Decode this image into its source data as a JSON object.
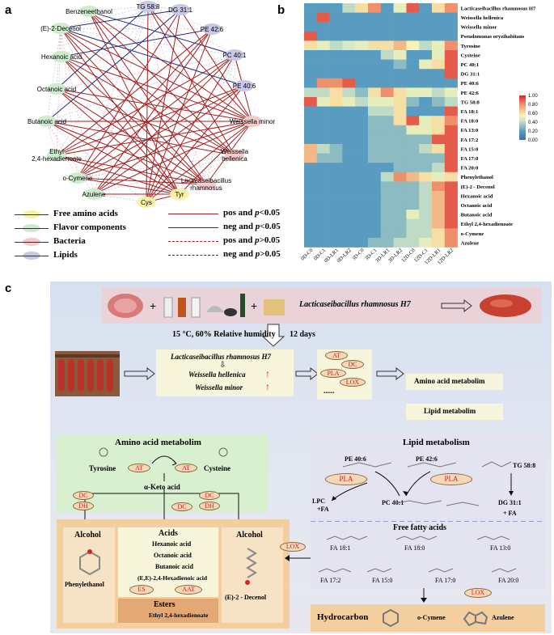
{
  "panel_a": {
    "label": "a",
    "nodes": [
      {
        "text": "TG 58:8",
        "color": "#c7c7e6"
      },
      {
        "text": "DG 31:1",
        "color": "#c7c7e6"
      },
      {
        "text": "Benzeneethanol",
        "color": "#cdeccd"
      },
      {
        "text": "(E)-2-Decenol",
        "color": "#cdeccd"
      },
      {
        "text": "PE 42:6",
        "color": "#c7c7e6"
      },
      {
        "text": "Hexanoic acid",
        "color": "#cdeccd"
      },
      {
        "text": "PC 40:1",
        "color": "#c7c7e6"
      },
      {
        "text": "PE 40:6",
        "color": "#c7c7e6"
      },
      {
        "text": "Octanoic acid",
        "color": "#cdeccd"
      },
      {
        "text": "Butanoic acid",
        "color": "#cdeccd"
      },
      {
        "text": "Weissella minor",
        "color": "#f5caca"
      },
      {
        "text": "Ethyl\n2,4-hexadienoate",
        "color": "#cdeccd"
      },
      {
        "text": "Weissella\nhellenica",
        "color": "#f5caca"
      },
      {
        "text": "o-Cymene",
        "color": "#cdeccd"
      },
      {
        "text": "Lacticaseibacillus\nrhamnosus",
        "color": "#f5caca"
      },
      {
        "text": "Azulene",
        "color": "#cdeccd"
      },
      {
        "text": "Cys",
        "color": "#f7f3a6"
      },
      {
        "text": "Tyr",
        "color": "#f7f3a6"
      }
    ],
    "legend_groups": [
      {
        "text": "Free amino acids",
        "color": "#f7f3a6"
      },
      {
        "text": "Flavor components",
        "color": "#cdeccd"
      },
      {
        "text": "Bacteria",
        "color": "#f5caca"
      },
      {
        "text": "Lipids",
        "color": "#c7c7e6"
      }
    ],
    "legend_lines": [
      {
        "text": "pos and p<0.05",
        "color": "#a51f1f",
        "dash": false
      },
      {
        "text": "neg and p<0.05",
        "color": "#20307a",
        "dash": false
      },
      {
        "text": "pos and p>0.05",
        "color": "#a51f1f",
        "dash": true
      },
      {
        "text": "neg and p>0.05",
        "color": "#20307a",
        "dash": true
      }
    ]
  },
  "panel_b": {
    "label": "b",
    "rows": [
      "Lacticaseibacillus rhamnosus H7",
      "Weissella hellenica",
      "Weissella minor",
      "Pseudomonas oryzihabitans",
      "Tyrosine",
      "Cysteine",
      "PC 40:1",
      "DG 31:1",
      "PE 40:6",
      "PE 42:6",
      "TG 58:8",
      "FA 18:1",
      "FA 18:0",
      "FA 13:0",
      "FA 17:2",
      "FA 15:0",
      "FA 17:0",
      "FA 20:0",
      "Phenylethanol",
      "(E)-2 - Decenol",
      "Hexanoic acid",
      "Octanoic acid",
      "Butanoic acid",
      "Ethyl 2,4-hexadienoate",
      "o-Cymene",
      "Azulene"
    ],
    "cols": [
      "0D-C0",
      "0D-C1",
      "0D-LR1",
      "0D-LR2",
      "3D-C0",
      "3D-C1",
      "3D-LR1",
      "3D-LR2",
      "12D-C0",
      "12D-C1",
      "12D-LR1",
      "12D-LR2"
    ],
    "colorbar_ticks": [
      "1.00",
      "0.80",
      "0.60",
      "0.40",
      "0.20",
      "0.00"
    ],
    "values": [
      [
        0.2,
        0.2,
        0.2,
        0.4,
        0.6,
        0.8,
        0.2,
        0.5,
        0.9,
        0.2,
        0.6,
        0.8
      ],
      [
        0.2,
        0.9,
        0.2,
        0.2,
        0.2,
        0.2,
        0.2,
        0.2,
        0.2,
        0.2,
        0.2,
        0.2
      ],
      [
        0.2,
        0.2,
        0.2,
        0.2,
        0.2,
        0.2,
        0.2,
        0.2,
        0.2,
        0.2,
        0.2,
        0.2
      ],
      [
        0.9,
        0.2,
        0.2,
        0.2,
        0.2,
        0.2,
        0.2,
        0.2,
        0.2,
        0.2,
        0.2,
        0.2
      ],
      [
        0.6,
        0.5,
        0.4,
        0.45,
        0.5,
        0.6,
        0.6,
        0.7,
        0.55,
        0.4,
        0.5,
        0.8
      ],
      [
        0.2,
        0.2,
        0.2,
        0.2,
        0.2,
        0.2,
        0.4,
        0.5,
        0.2,
        0.2,
        0.5,
        0.9
      ],
      [
        0.2,
        0.2,
        0.2,
        0.2,
        0.2,
        0.2,
        0.2,
        0.3,
        0.2,
        0.5,
        0.6,
        0.9
      ],
      [
        0.2,
        0.2,
        0.2,
        0.2,
        0.2,
        0.2,
        0.2,
        0.2,
        0.2,
        0.2,
        0.2,
        0.9
      ],
      [
        0.2,
        0.8,
        0.8,
        0.9,
        0.2,
        0.2,
        0.2,
        0.2,
        0.2,
        0.2,
        0.2,
        0.2
      ],
      [
        0.4,
        0.4,
        0.6,
        0.4,
        0.3,
        0.6,
        0.8,
        0.6,
        0.5,
        0.5,
        0.4,
        0.5
      ],
      [
        0.9,
        0.5,
        0.6,
        0.5,
        0.4,
        0.5,
        0.5,
        0.6,
        0.3,
        0.2,
        0.3,
        0.4
      ],
      [
        0.2,
        0.2,
        0.2,
        0.2,
        0.2,
        0.4,
        0.4,
        0.6,
        0.2,
        0.2,
        0.2,
        0.9
      ],
      [
        0.2,
        0.2,
        0.2,
        0.2,
        0.2,
        0.3,
        0.3,
        0.6,
        0.9,
        0.5,
        0.6,
        0.8
      ],
      [
        0.2,
        0.2,
        0.2,
        0.2,
        0.2,
        0.3,
        0.3,
        0.3,
        0.5,
        0.5,
        0.6,
        0.9
      ],
      [
        0.2,
        0.2,
        0.2,
        0.2,
        0.2,
        0.3,
        0.3,
        0.3,
        0.3,
        0.3,
        0.9,
        0.9
      ],
      [
        0.7,
        0.4,
        0.3,
        0.2,
        0.2,
        0.3,
        0.3,
        0.3,
        0.3,
        0.4,
        0.6,
        0.9
      ],
      [
        0.7,
        0.3,
        0.3,
        0.2,
        0.2,
        0.3,
        0.3,
        0.3,
        0.3,
        0.3,
        0.3,
        0.9
      ],
      [
        0.2,
        0.2,
        0.2,
        0.2,
        0.2,
        0.2,
        0.2,
        0.3,
        0.3,
        0.3,
        0.4,
        0.9
      ],
      [
        0.2,
        0.2,
        0.2,
        0.2,
        0.2,
        0.2,
        0.4,
        0.8,
        0.7,
        0.6,
        0.5,
        0.6
      ],
      [
        0.2,
        0.2,
        0.2,
        0.2,
        0.2,
        0.2,
        0.3,
        0.3,
        0.3,
        0.4,
        0.8,
        0.9
      ],
      [
        0.2,
        0.2,
        0.2,
        0.2,
        0.2,
        0.2,
        0.3,
        0.3,
        0.3,
        0.4,
        0.7,
        0.9
      ],
      [
        0.2,
        0.2,
        0.2,
        0.2,
        0.2,
        0.2,
        0.3,
        0.3,
        0.3,
        0.4,
        0.7,
        0.9
      ],
      [
        0.2,
        0.2,
        0.2,
        0.2,
        0.2,
        0.2,
        0.3,
        0.3,
        0.5,
        0.4,
        0.7,
        0.9
      ],
      [
        0.2,
        0.2,
        0.2,
        0.2,
        0.2,
        0.2,
        0.3,
        0.3,
        0.4,
        0.4,
        0.7,
        0.9
      ],
      [
        0.2,
        0.2,
        0.2,
        0.2,
        0.2,
        0.2,
        0.3,
        0.3,
        0.4,
        0.4,
        0.6,
        0.8
      ],
      [
        0.2,
        0.2,
        0.2,
        0.2,
        0.2,
        0.3,
        0.3,
        0.4,
        0.4,
        0.5,
        0.6,
        0.8
      ]
    ]
  },
  "panel_c": {
    "label": "c",
    "top_organism": "Lacticaseibacillus rhamnosus H7",
    "conditions": "15 °C,  60% Relative humidity",
    "days": "12 days",
    "mid_box": {
      "line1": "Lacticaseibacillus rhamnosus H7",
      "line2": "Weissella hellenica",
      "line3": "Weissella minor"
    },
    "enzymes_box": [
      "AT",
      "DC",
      "PLA",
      "LOX",
      "......"
    ],
    "pathways": {
      "amino": "Amino acid metabolim",
      "lipid": "Lipid metabolim"
    },
    "amino": {
      "title": "Amino acid metabolim",
      "tyrosine": "Tyrosine",
      "cysteine": "Cysteine",
      "at": "AT",
      "keto": "α-Keto acid",
      "dc": "DC",
      "dh": "DH"
    },
    "lipid": {
      "title": "Lipid metabolism",
      "pe406": "PE 40:6",
      "pe426": "PE 42:6",
      "tg": "TG 58:8",
      "pla": "PLA",
      "lpc": "LPC",
      "fa_plus": "+FA",
      "pc": "PC 40:1",
      "dg": "DG 31:1",
      "fa2": "+  FA",
      "ffa_title": "Free fatty acids",
      "fa_list": [
        "FA 18:1",
        "FA 18:0",
        "FA 13:0",
        "FA 17:2",
        "FA 15:0",
        "FA 17:0",
        "FA 20:0"
      ]
    },
    "products": {
      "alcohol1": "Alcohol",
      "phenyl": "Phenylethanol",
      "acids": "Acids",
      "acid_list": [
        "Hexanoic acid",
        "Octanoic acid",
        "Butanoic acid",
        "(E,E)-2,4-Hexadienoic acid"
      ],
      "es": "ES",
      "aat": "AAT",
      "esters": "Esters",
      "ester_name": "Ethyl 2,4-hexadienoate",
      "alcohol2": "Alcohol",
      "decenol": "(E)-2 - Decenol",
      "lox": "LOX"
    },
    "hydro": {
      "title": "Hydrocarbon",
      "cymene": "o-Cymene",
      "azulene": "Azulene",
      "lox": "LOX"
    }
  }
}
